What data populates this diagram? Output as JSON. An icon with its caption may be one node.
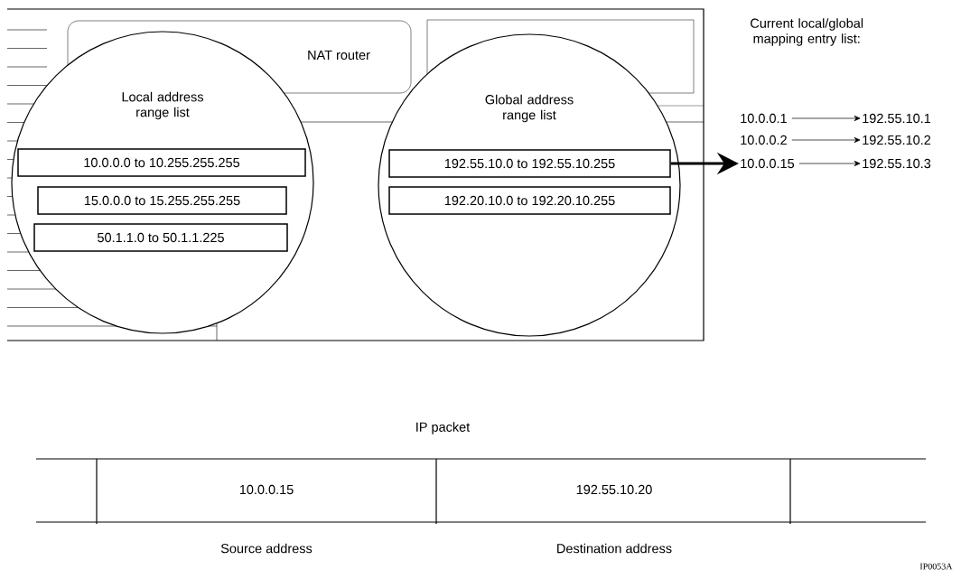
{
  "diagram": {
    "nodes": [
      {
        "text": [
          "NAT router"
        ]
      },
      {
        "text": [
          "Local address range list"
        ]
      },
      {
        "text": [
          "10.0.0.0 to 10.255.255.255"
        ],
        "in": 1
      },
      {
        "text": [
          "15.0.0.0 to 15.255.255.255"
        ],
        "in": 1
      },
      {
        "text": [
          "50.1.1.0 to 50.1.1.225"
        ],
        "in": 1
      },
      {
        "text": [
          "Global address range list"
        ]
      },
      {
        "text": [
          "192.55.10.0 to 192.55.10.255"
        ],
        "in": 5
      },
      {
        "text": [
          "192.20.10.0 to 192.20.10.255"
        ],
        "in": 5
      },
      {
        "text": [
          "10.0.0.1"
        ]
      },
      {
        "text": [
          "192.55.10.1"
        ]
      },
      {
        "text": [
          "10.0.0.2"
        ]
      },
      {
        "text": [
          "192.55.10.2"
        ]
      },
      {
        "text": [
          "10.0.0.15"
        ]
      },
      {
        "text": [
          "192.55.10.3"
        ]
      }
    ],
    "edges": [
      {
        "from": 6,
        "to": 12,
        "arrow": "to",
        "style": "thick"
      },
      {
        "from": 8,
        "to": 9,
        "arrow": "to"
      },
      {
        "from": 10,
        "to": 11,
        "arrow": "to"
      },
      {
        "from": 12,
        "to": 13,
        "arrow": "to"
      }
    ],
    "labels": [
      "Current local/global mapping entry list:",
      "IP packet",
      "10.0.0.15",
      "192.55.10.20",
      "Source address",
      "Destination address",
      "IP0053A"
    ]
  }
}
